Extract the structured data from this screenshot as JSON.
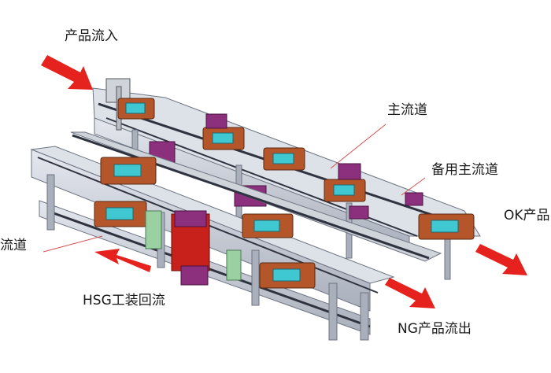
{
  "labels": {
    "product_in": "产品流入",
    "main_lane": "主流道",
    "backup_main_lane": "备用主流道",
    "ok_out": "OK产品",
    "left_lane": "流道",
    "hsg_return": "HSG工装回流",
    "ng_out": "NG产品流出"
  },
  "watermark": "",
  "colors": {
    "arrow": "#e5221e",
    "frame": "#c7ccd6",
    "frame_dark": "#6d7482",
    "belt": "#2f3340",
    "fixture": "#b4562a",
    "screen": "#3fc7d2",
    "motor": "#8c2f7c",
    "guard": "#c8201a",
    "leader": "#d65050"
  }
}
